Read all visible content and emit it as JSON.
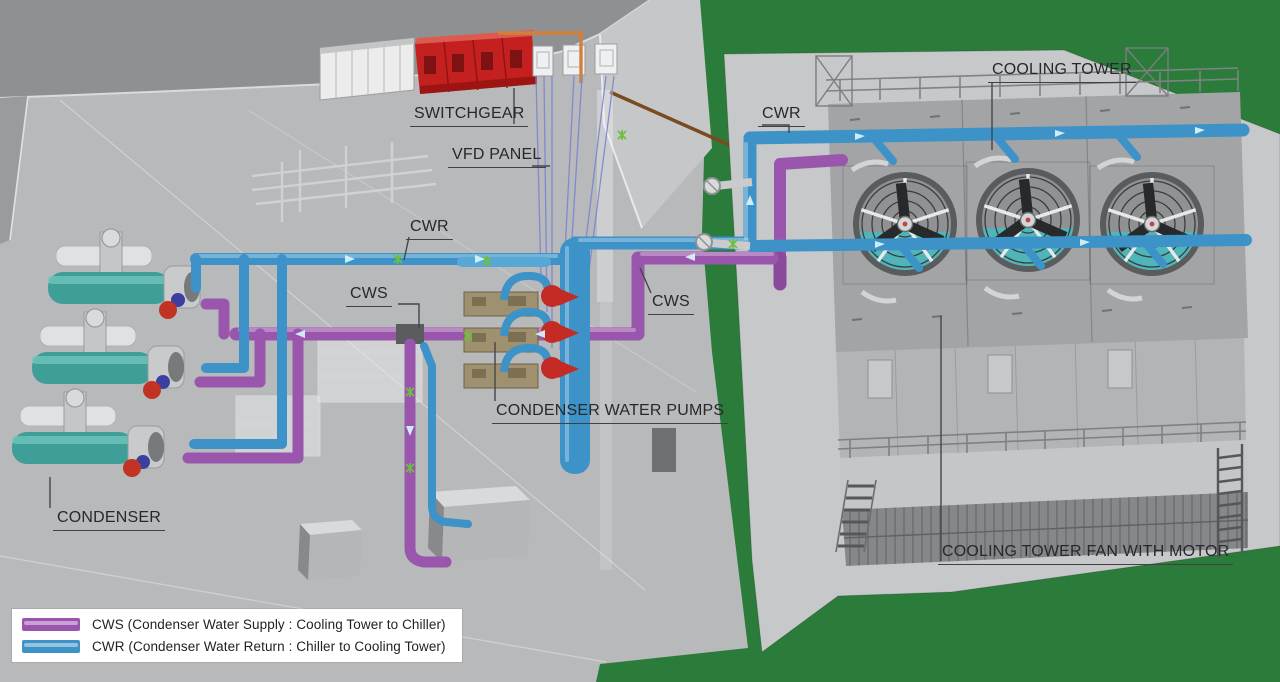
{
  "labels": {
    "switchgear": "SWITCHGEAR",
    "vfd_panel": "VFD PANEL",
    "cwr_plant": "CWR",
    "cws_plant": "CWS",
    "cws_mid": "CWS",
    "cwr_tower": "CWR",
    "cooling_tower": "COOLING TOWER",
    "condenser_water_pumps": "CONDENSER WATER PUMPS",
    "condenser": "CONDENSER",
    "cooling_tower_fan": "COOLING TOWER FAN WITH MOTOR"
  },
  "legend": {
    "items": [
      {
        "code": "CWS",
        "swatch_color": "#9a56ad",
        "text": "CWS (Condenser Water Supply : Cooling Tower to Chiller)"
      },
      {
        "code": "CWR",
        "swatch_color": "#3d93c8",
        "text": "CWR (Condenser Water Return : Chiller to Cooling Tower)"
      }
    ]
  },
  "colors": {
    "cws_purple": "#9a56ad",
    "cwr_blue": "#3d93c8",
    "condenser_teal": "#3f9e98",
    "fan_water_teal": "#4fb5b9",
    "switchgear_red": "#c4201f",
    "pump_red": "#c42b25",
    "pump_base_tan": "#9f9070",
    "ground_green": "#2b7c3a",
    "floor_gray": "#b7b9bb",
    "pad_gray": "#c6c8c9",
    "wall_gray": "#8e9092",
    "conduit_orange": "#d2803a"
  }
}
